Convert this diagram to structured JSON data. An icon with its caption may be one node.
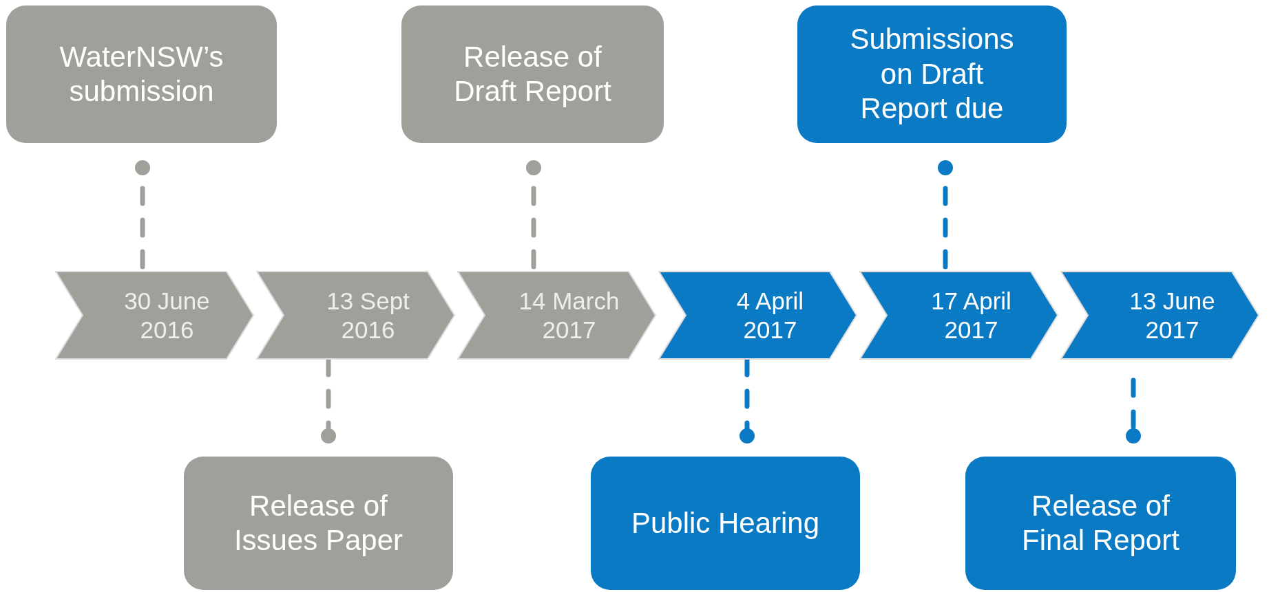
{
  "diagram": {
    "nodes": [
      {
        "text": [
          "WaterNSW’s submission"
        ]
      },
      {
        "text": [
          "Release of Draft Report"
        ]
      },
      {
        "text": [
          "Submissions on Draft Report due"
        ]
      },
      {
        "text": [
          "30 June 2016"
        ]
      },
      {
        "text": [
          "13 Sept 2016"
        ]
      },
      {
        "text": [
          "14 March 2017"
        ]
      },
      {
        "text": [
          "4 April 2017"
        ]
      },
      {
        "text": [
          "17 April 2017"
        ]
      },
      {
        "text": [
          "13 June 2017"
        ]
      },
      {
        "text": [
          "Release of Issues Paper"
        ]
      },
      {
        "text": [
          "Public Hearing"
        ]
      },
      {
        "text": [
          "Release of Final Report"
        ]
      }
    ],
    "edges": [
      {
        "from": 3,
        "to": 0,
        "arrow": "other",
        "style": "dashed",
        "color": "#a09f9a"
      },
      {
        "from": 4,
        "to": 9,
        "arrow": "other",
        "style": "dashed",
        "color": "#a09f9a"
      },
      {
        "from": 5,
        "to": 1,
        "arrow": "other",
        "style": "dashed",
        "color": "#a09f9a"
      },
      {
        "from": 6,
        "to": 10,
        "arrow": "other",
        "style": "dashed",
        "color": "#0b7ac4"
      },
      {
        "from": 7,
        "to": 2,
        "arrow": "other",
        "style": "dashed",
        "color": "#0b7ac4"
      },
      {
        "from": 8,
        "to": 11,
        "arrow": "other",
        "style": "dashed",
        "color": "#0b7ac4"
      }
    ]
  }
}
